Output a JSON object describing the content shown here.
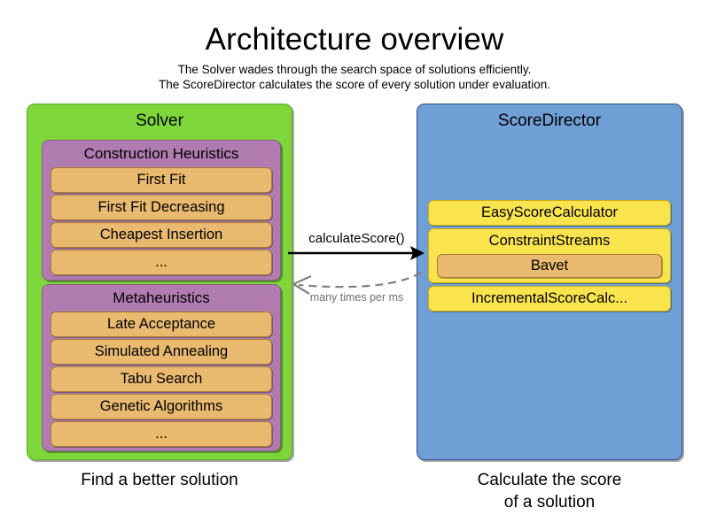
{
  "heading": {
    "title": "Architecture overview",
    "subtitle_line_1": "The Solver wades through the search space of solutions efficiently.",
    "subtitle_line_2": "The ScoreDirector calculates the score of every solution under evaluation."
  },
  "colors": {
    "solver_panel": "#7ed63a",
    "scoredirector_panel": "#6f9fd4",
    "group_box": "#b07cb0",
    "item_row": "#e8b96e",
    "score_row": "#fae44d",
    "arrow_solid": "#000000",
    "arrow_dashed": "#808080"
  },
  "solver": {
    "title": "Solver",
    "caption_line_1": "Find a better solution",
    "groups": [
      {
        "title": "Construction Heuristics",
        "items": [
          "First Fit",
          "First Fit Decreasing",
          "Cheapest Insertion",
          "..."
        ]
      },
      {
        "title": "Metaheuristics",
        "items": [
          "Late Acceptance",
          "Simulated Annealing",
          "Tabu Search",
          "Genetic Algorithms",
          "..."
        ]
      }
    ]
  },
  "scoredirector": {
    "title": "ScoreDirector",
    "caption_line_1": "Calculate the score",
    "caption_line_2": "of a solution",
    "items": [
      {
        "label": "EasyScoreCalculator",
        "child": null
      },
      {
        "label": "ConstraintStreams",
        "child": "Bavet"
      },
      {
        "label": "IncrementalScoreCalc...",
        "child": null
      }
    ]
  },
  "arrows": {
    "call_label": "calculateScore()",
    "frequency_label": "many times per ms"
  }
}
